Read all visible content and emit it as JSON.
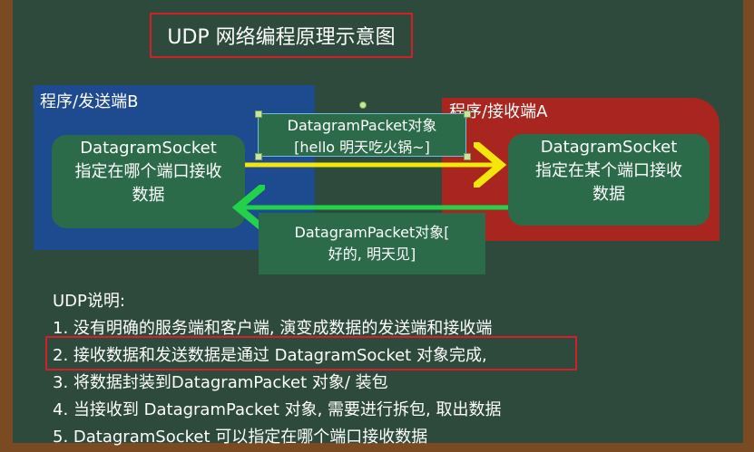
{
  "title": "UDP 网络编程原理示意图",
  "sender": {
    "label": "程序/发送端B",
    "socket_line1": "DatagramSocket",
    "socket_line2": "指定在哪个端口接收",
    "socket_line3": "数据"
  },
  "receiver": {
    "label": "程序/接收端A",
    "socket_line1": "DatagramSocket",
    "socket_line2": "指定在某个端口接收",
    "socket_line3": "数据"
  },
  "packet_to_receiver": {
    "line1": "DatagramPacket对象",
    "line2": "[hello 明天吃火锅~]"
  },
  "packet_to_sender": {
    "line1": "DatagramPacket对象[",
    "line2": "好的, 明天见]"
  },
  "notes": {
    "heading": "UDP说明:",
    "items": [
      "1. 没有明确的服务端和客户端, 演变成数据的发送端和接收端",
      "2. 接收数据和发送数据是通过 DatagramSocket 对象完成,",
      "3. 将数据封装到DatagramPacket 对象/ 装包",
      "4. 当接收到 DatagramPacket 对象, 需要进行拆包, 取出数据",
      "5. DatagramSocket 可以指定在哪个端口接收数据"
    ]
  },
  "colors": {
    "board": "#2e4a3c",
    "frame": "#7a4a22",
    "sender": "#1e4a8f",
    "receiver": "#a8261f",
    "box": "#2b6b4a",
    "arrow_send": "#f2e60a",
    "arrow_reply": "#22d24a",
    "highlight": "#d2202a"
  }
}
